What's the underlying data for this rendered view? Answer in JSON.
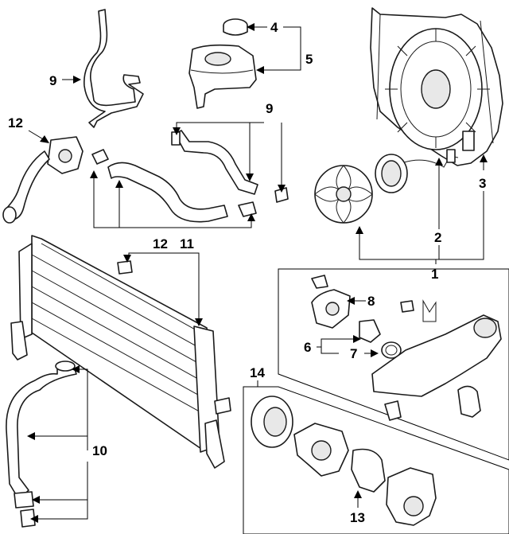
{
  "callouts": {
    "c1": "1",
    "c2": "2",
    "c3": "3",
    "c4": "4",
    "c5": "5",
    "c6": "6",
    "c7": "7",
    "c8": "8",
    "c9a": "9",
    "c9b": "9",
    "c10": "10",
    "c11": "11",
    "c12a": "12",
    "c12b": "12",
    "c13": "13",
    "c14": "14"
  }
}
